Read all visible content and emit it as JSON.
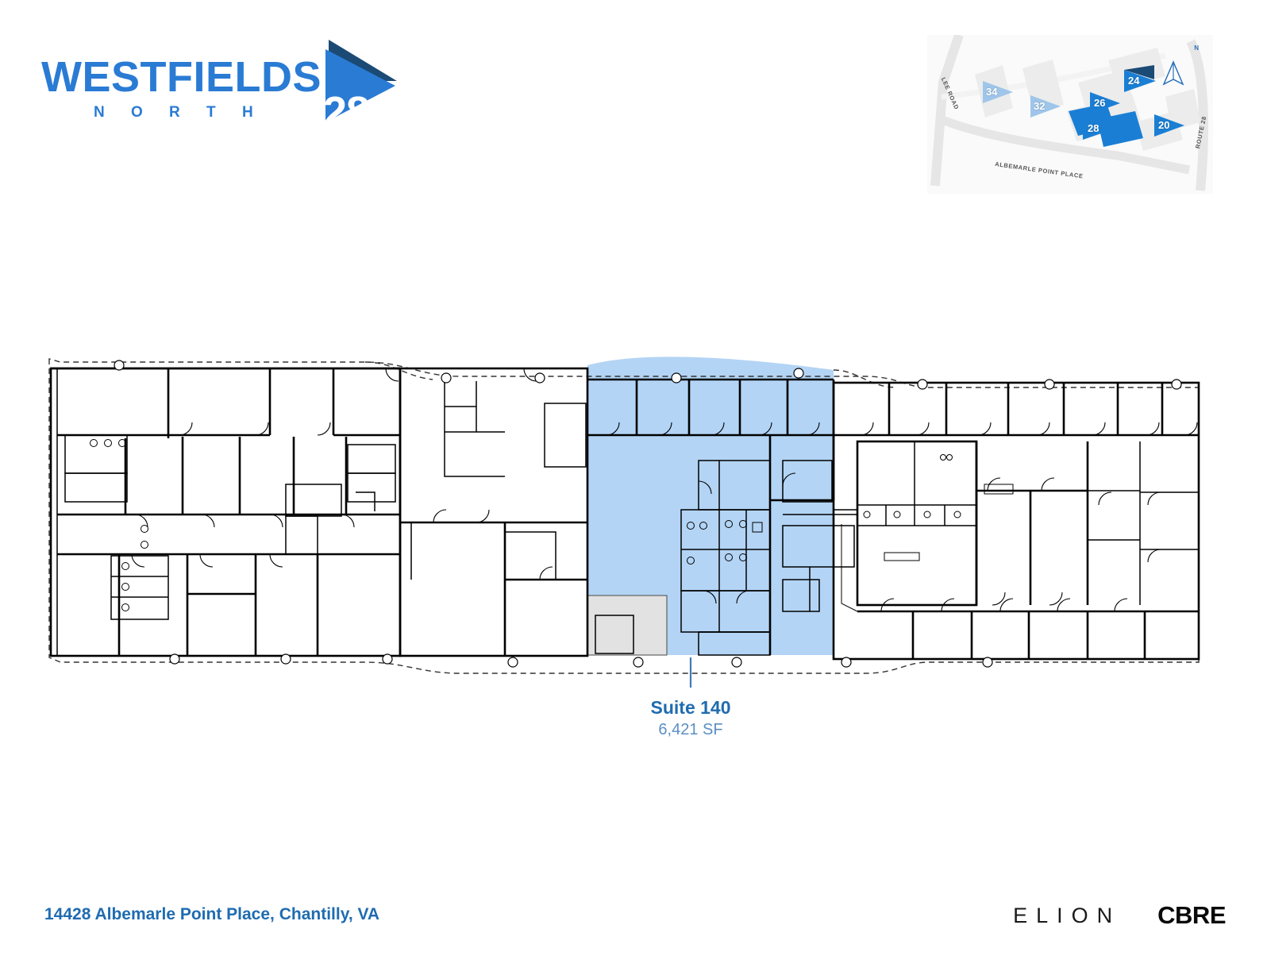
{
  "brand": {
    "wordmark": "WESTFIELDS",
    "number": "28",
    "subtitle": "N O R T H",
    "primary_color": "#2a7bd4",
    "shadow_color": "#1b4a75"
  },
  "site_map": {
    "north_label": "N",
    "streets": [
      {
        "name": "LEE ROAD"
      },
      {
        "name": "ALBEMARLE POINT PLACE"
      },
      {
        "name": "ROUTE 28"
      }
    ],
    "buildings": [
      {
        "number": "34",
        "highlighted": false
      },
      {
        "number": "32",
        "highlighted": false
      },
      {
        "number": "28",
        "highlighted": true
      },
      {
        "number": "26",
        "highlighted": false
      },
      {
        "number": "24",
        "highlighted": false
      },
      {
        "number": "20",
        "highlighted": false
      }
    ],
    "marker_color_active": "#1a7fd4",
    "marker_color_inactive": "#9fc6ea",
    "pad_color": "#ececec",
    "road_color": "#e4e4e4",
    "background": "#fafafa"
  },
  "floorplan": {
    "highlight_fill": "#b3d4f5",
    "highlight_stroke": "#1b3a5c",
    "gray_fill": "#e2e2e2",
    "wall_color": "#000000",
    "dashed_outline_color": "#3a3a3a"
  },
  "callout": {
    "suite_name": "Suite 140",
    "suite_area": "6,421 SF",
    "name_color": "#1f6cb0",
    "area_color": "#5b8fc4",
    "leader_color": "#3e7cb3"
  },
  "footer": {
    "address": "14428 Albemarle Point Place, Chantilly, VA",
    "address_color": "#1f6cb0",
    "logo_elion": "ELION",
    "logo_cbre": "CBRE"
  }
}
